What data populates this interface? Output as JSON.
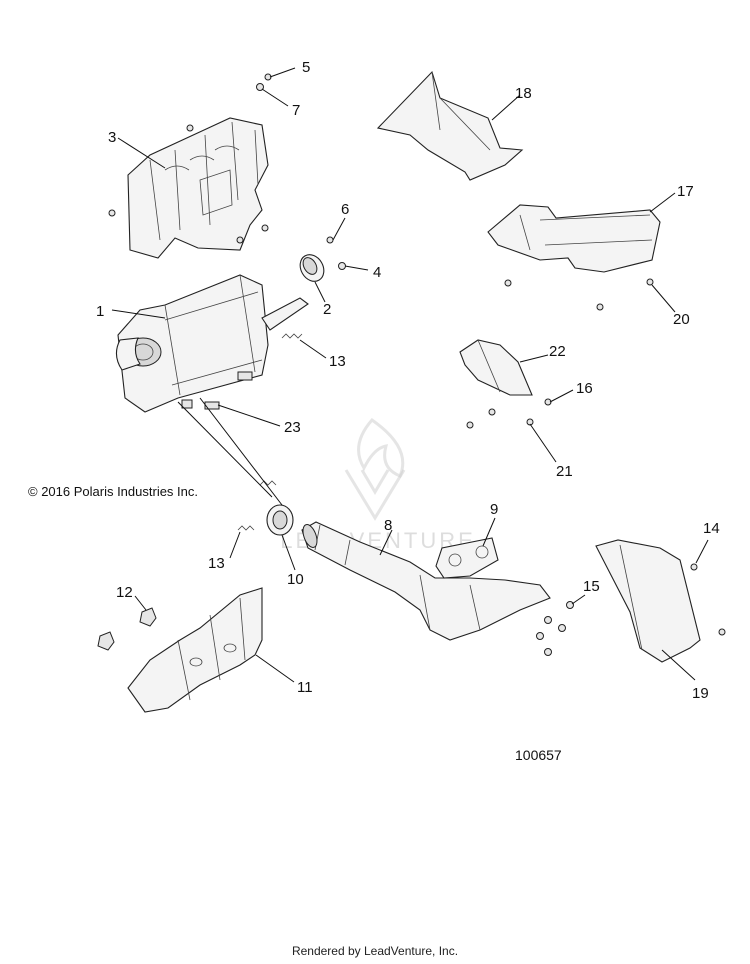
{
  "callouts": [
    "1",
    "2",
    "3",
    "4",
    "5",
    "6",
    "7",
    "8",
    "9",
    "10",
    "11",
    "12",
    "13",
    "13",
    "14",
    "15",
    "16",
    "17",
    "18",
    "19",
    "20",
    "21",
    "22",
    "23"
  ],
  "copyright": "© 2016 Polaris Industries Inc.",
  "diagram_number": "100657",
  "watermark": "LEADVENTURE",
  "footer": "Rendered by LeadVenture, Inc."
}
